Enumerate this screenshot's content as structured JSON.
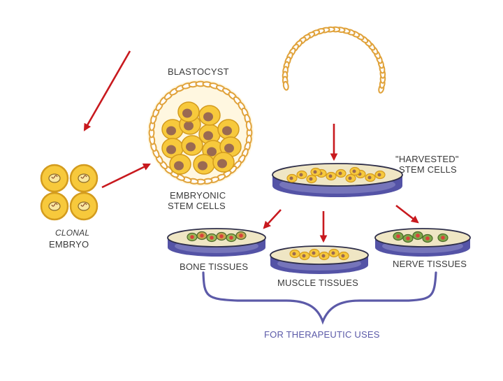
{
  "labels": {
    "blastocyst": "BLASTOCYST",
    "embryonic_1": "EMBRYONIC",
    "embryonic_2": "STEM CELLS",
    "harvested_1": "\"HARVESTED\"",
    "harvested_2": "STEM CELLS",
    "clonal": "CLONAL",
    "embryo": "EMBRYO",
    "bone": "BONE TISSUES",
    "muscle": "MUSCLE TISSUES",
    "nerve": "NERVE TISSUES",
    "therapeutic": "FOR THERAPEUTIC USES"
  },
  "colors": {
    "arrow": "#c8191e",
    "cell_fill": "#f7c93c",
    "cell_stroke": "#d39b1e",
    "ring_stroke": "#e0a23a",
    "nucleus": "#9a6a52",
    "dish_rim": "#5453a6",
    "dish_top": "#efe6c4",
    "brace": "#5c5aa8",
    "green_cell": "#7fa84a"
  }
}
